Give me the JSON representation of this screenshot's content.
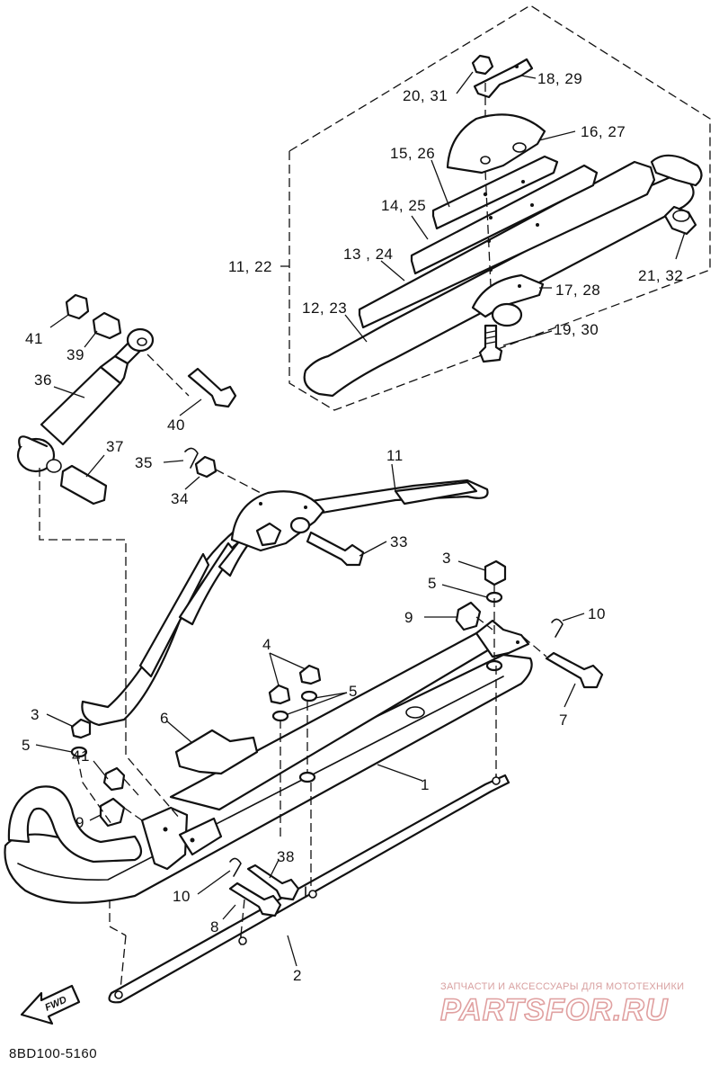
{
  "diagram": {
    "callouts": {
      "c18_29": "18, 29",
      "c20_31": "20, 31",
      "c16_27": "16, 27",
      "c15_26": "15, 26",
      "c14_25": "14, 25",
      "c13_24": "13 , 24",
      "c11_22": "11, 22",
      "c12_23": "12, 23",
      "c21_32": "21, 32",
      "c17_28": "17, 28",
      "c19_30": "19, 30",
      "c41a": "41",
      "c39": "39",
      "c36": "36",
      "c40": "40",
      "c37": "37",
      "c35": "35",
      "c34": "34",
      "c11": "11",
      "c33": "33",
      "c3a": "3",
      "c5a": "5",
      "c9a": "9",
      "c10a": "10",
      "c7": "7",
      "c4": "4",
      "c5b": "5",
      "c6": "6",
      "c3b": "3",
      "c5c": "5",
      "c1": "1",
      "c41b": "41",
      "c9b": "9",
      "c38": "38",
      "c10b": "10",
      "c8": "8",
      "c2": "2"
    },
    "fwd_label": "FWD",
    "diagram_code": "8BD100-5160"
  },
  "watermark": {
    "caption": "ЗАПЧАСТИ И АКСЕССУАРЫ ДЛЯ МОТОТЕХНИКИ",
    "brand": "PARTSFOR.RU"
  }
}
